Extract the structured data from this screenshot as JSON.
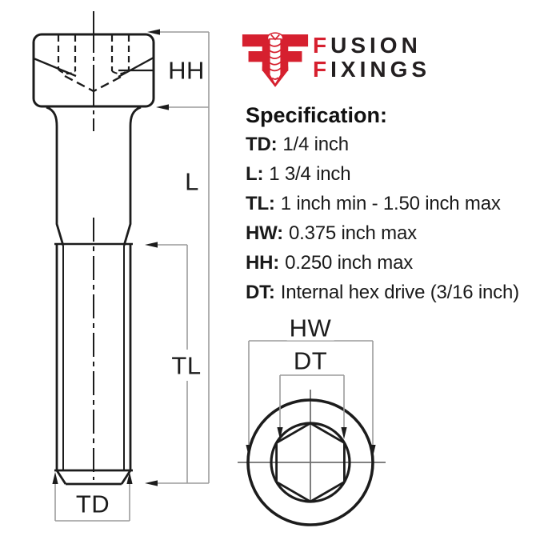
{
  "brand": {
    "logo_icon": "fusion-fixings-double-f-screw-monogram",
    "line1_initial": "F",
    "line1_rest": "USION",
    "line2_initial": "F",
    "line2_rest": "IXINGS",
    "accent_red": "#d6202f",
    "text_black": "#231f20"
  },
  "specification": {
    "heading": "Specification:",
    "items": [
      {
        "label": "TD:",
        "value": "1/4 inch"
      },
      {
        "label": "L:",
        "value": "1 3/4 inch"
      },
      {
        "label": "TL:",
        "value": "1 inch min - 1.50 inch max"
      },
      {
        "label": "HW:",
        "value": "0.375 inch max"
      },
      {
        "label": "HH:",
        "value": "0.250 inch max"
      },
      {
        "label": "DT:",
        "value": "Internal hex drive (3/16 inch)"
      }
    ]
  },
  "diagram": {
    "side_view": {
      "labels": {
        "hh": "HH",
        "l": "L",
        "tl": "TL",
        "td": "TD"
      }
    },
    "top_view": {
      "labels": {
        "hw": "HW",
        "dt": "DT"
      }
    },
    "colors": {
      "line": "#1c1c1c",
      "dimension_line": "#9c9c9c"
    }
  }
}
